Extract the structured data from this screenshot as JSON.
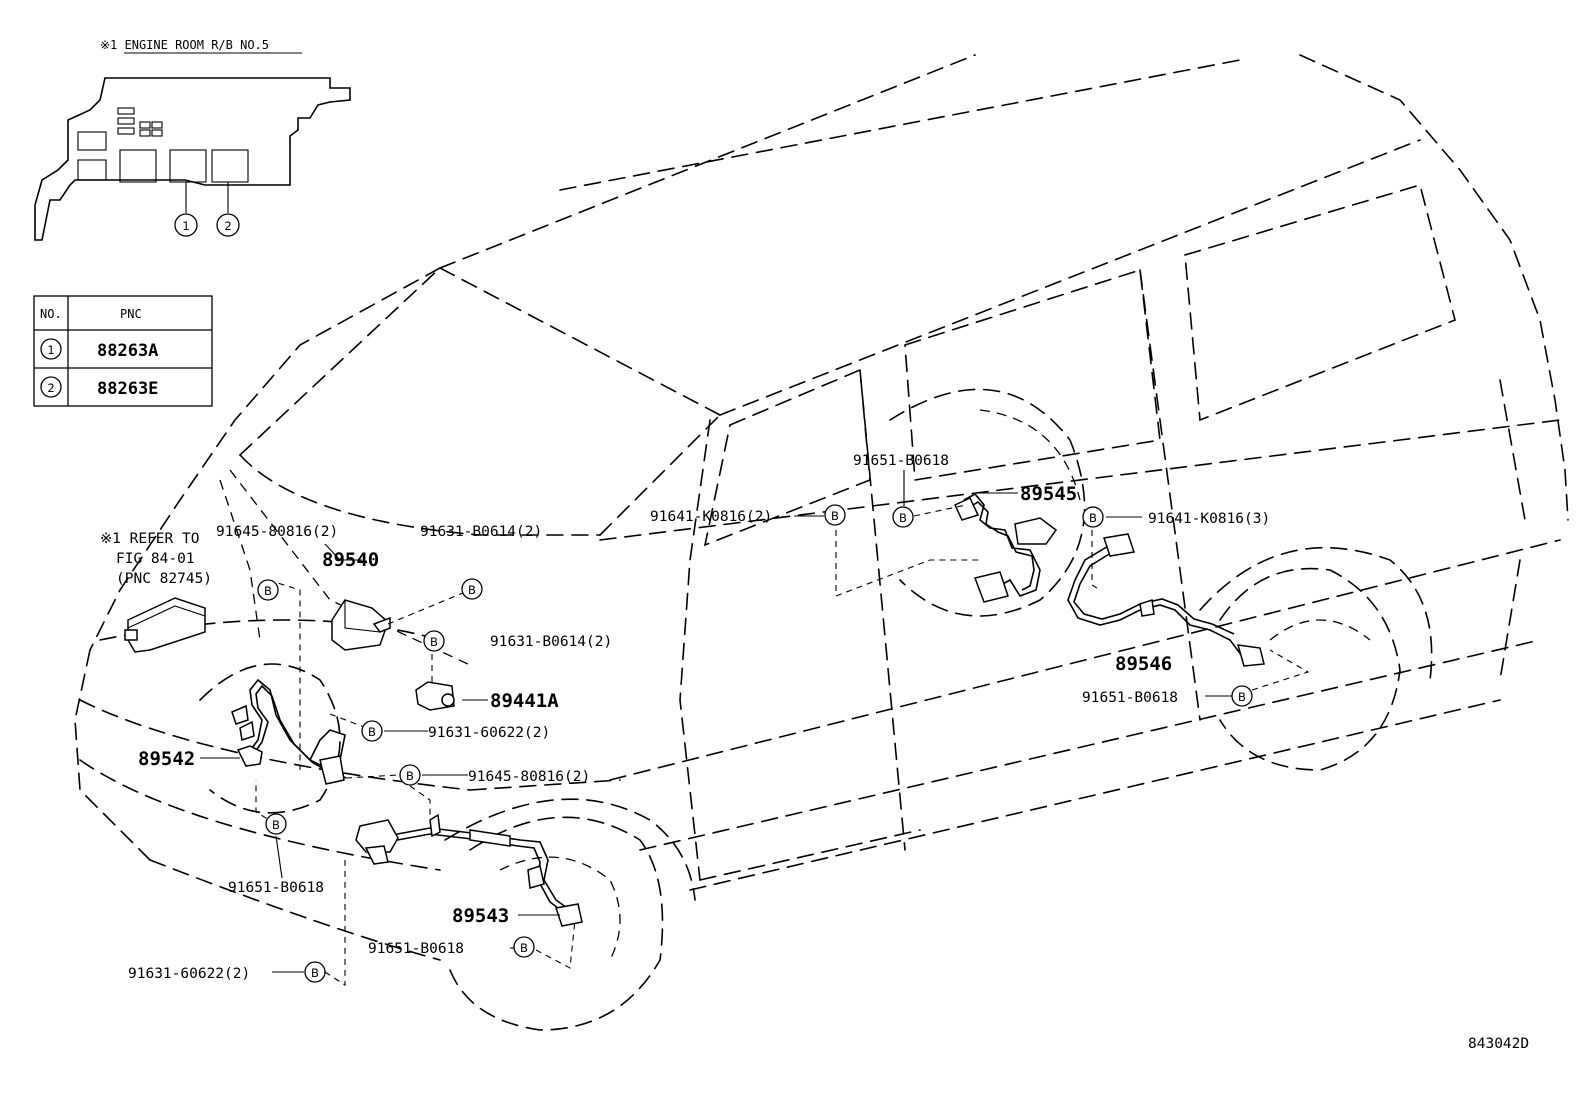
{
  "inset": {
    "title": "※1 ENGINE ROOM R/B NO.5",
    "markers": [
      "1",
      "2"
    ]
  },
  "table": {
    "headers": [
      "NO.",
      "PNC"
    ],
    "rows": [
      {
        "no": "1",
        "pnc": "88263A"
      },
      {
        "no": "2",
        "pnc": "88263E"
      }
    ]
  },
  "reference_note": {
    "line1": "※1 REFER TO",
    "line2": "FIG 84-01",
    "line3": "(PNC 82745)"
  },
  "bolt_symbol": "B",
  "callouts": {
    "p91645_top": "91645-80816(2)",
    "p89540": "89540",
    "p91631_b0614_top": "91631-B0614(2)",
    "p91631_b0614_mid": "91631-B0614(2)",
    "p89441a": "89441A",
    "p91631_60622_mid": "91631-60622(2)",
    "p89542": "89542",
    "p91645_mid": "91645-80816(2)",
    "p91651_left": "91651-B0618",
    "p89543": "89543",
    "p91651_front": "91651-B0618",
    "p91631_60622_bot": "91631-60622(2)",
    "p91641_k0816_left": "91641-K0816(2)",
    "p91651_rear_top": "91651-B0618",
    "p89545": "89545",
    "p91641_k0816_right": "91641-K0816(3)",
    "p89546": "89546",
    "p91651_rear_bot": "91651-B0618"
  },
  "figure_code": "843042D"
}
